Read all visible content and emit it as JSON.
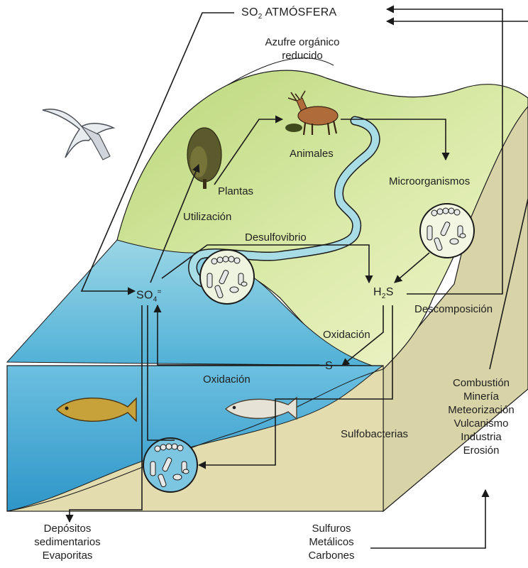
{
  "colors": {
    "land_top": "#cfe49a",
    "land_light": "#eef3c7",
    "cliff": "#d7d2a6",
    "water": "#8fd0e4",
    "water_deep": "#3aa3d0",
    "river": "#a9dde6",
    "stroke": "#1a1a1a"
  },
  "atmosphere": {
    "so2_prefix": "SO",
    "so2_sub": "2",
    "so2_suffix": " ATMÓSFERA",
    "organic_line1": "Azufre orgánico",
    "organic_line2": "reducido"
  },
  "labels": {
    "animales": "Animales",
    "microorganismos": "Microorganismos",
    "plantas": "Plantas",
    "utilizacion": "Utilización",
    "desulfovibrio": "Desulfovibrio",
    "so4_base": "SO",
    "so4_sub": "4",
    "so4_sup": "=",
    "h2s_h": "H",
    "h2s_sub": "2",
    "h2s_s": "S",
    "descomposicion": "Descomposición",
    "oxidacion_upper": "Oxidación",
    "s": "S",
    "oxidacion_lower": "Oxidación",
    "sulfobacterias": "Sulfobacterias"
  },
  "human_sources": [
    "Combustión",
    "Minería",
    "Meteorización",
    "Vulcanismo",
    "Industria",
    "Erosión"
  ],
  "deposits": [
    "Depósitos",
    "sedimentarios",
    "Evaporitas"
  ],
  "sulfides": [
    "Sulfuros",
    "Metálicos",
    "Carbones"
  ],
  "icons": [
    "bird-icon",
    "tree-icon",
    "deer-icon",
    "microbe-cluster-icon",
    "fish-icon"
  ]
}
